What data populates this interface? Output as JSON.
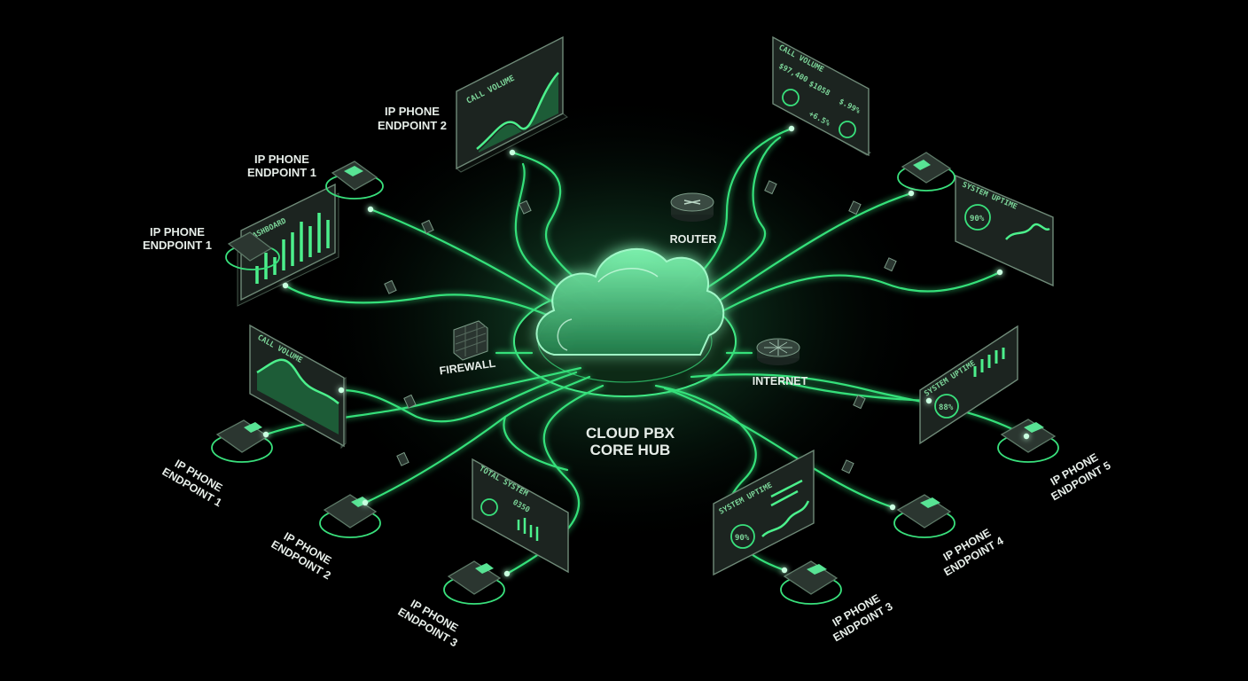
{
  "hub": {
    "line1": "CLOUD PBX",
    "line2": "CORE HUB"
  },
  "devices": {
    "router": "ROUTER",
    "firewall": "FIREWALL",
    "internet": "INTERNET"
  },
  "phone_labels_left": [
    {
      "l1": "IP PHONE",
      "l2": "ENDPOINT 1"
    },
    {
      "l1": "IP PHONE",
      "l2": "ENDPOINT 1"
    },
    {
      "l1": "IP PHONE",
      "l2": "ENDPOINT 2"
    },
    {
      "l1": "IP PHONE",
      "l2": "ENDPOINT 1"
    },
    {
      "l1": "IP PHONE",
      "l2": "ENDPOINT 2"
    },
    {
      "l1": "IP PHONE",
      "l2": "ENDPOINT 3"
    }
  ],
  "phone_labels_right": [
    {
      "l1": "IP PHONE",
      "l2": "ENDPOINT 3"
    },
    {
      "l1": "IP PHONE",
      "l2": "ENDPOINT 4"
    },
    {
      "l1": "IP PHONE",
      "l2": "ENDPOINT 5"
    }
  ],
  "panel_titles": {
    "top_center": "CALL VOLUME",
    "top_right": "CALL VOLUME",
    "left_upper": "DASHBOARD",
    "left_lower": "CALL VOLUME",
    "bottom_center": "TOTAL SYSTEM",
    "bottom_right": "SYSTEM UPTIME",
    "right_mid": "SYSTEM UPTIME",
    "right_lower": "SYSTEM UPTIME"
  },
  "panel_values": {
    "top_right_a": "$97,400",
    "top_right_b": "$1058",
    "top_right_c": "$.99%",
    "top_right_d": "+6.5%",
    "right_mid_gauge": "90%",
    "right_lower_gauge": "88%",
    "bottom_right_gauge": "90%",
    "bottom_center_a": "0350"
  },
  "colors": {
    "background": "#000000",
    "accent": "#35e07a",
    "glow": "#63f5a0",
    "text": "#e6ede8"
  }
}
